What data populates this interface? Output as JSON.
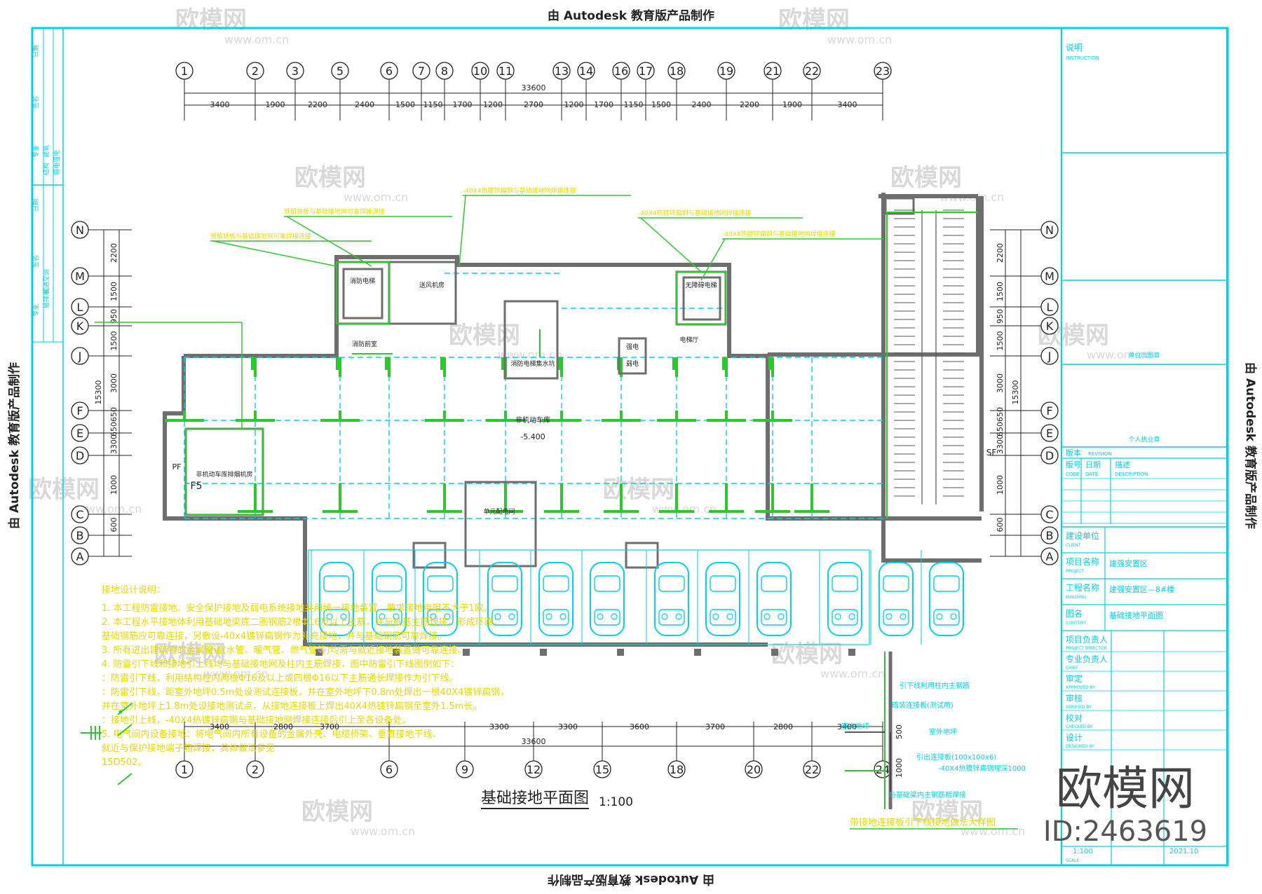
{
  "watermark": {
    "autodesk": "由 Autodesk 教育版产品制作",
    "brand": "欧模网",
    "url": "www.om.cn",
    "big_brand": "欧模网",
    "big_id": "ID:2463619"
  },
  "drawing": {
    "title": "基础接地平面图",
    "scale": "1:100",
    "total_dim": "33600",
    "elevation": "-5.400"
  },
  "top_axes": [
    "1",
    "2",
    "3",
    "5",
    "6",
    "7",
    "8",
    "10",
    "11",
    "13",
    "14",
    "16",
    "17",
    "18",
    "19",
    "21",
    "22",
    "23"
  ],
  "top_dims": [
    "3400",
    "1900",
    "2200",
    "2400",
    "1500",
    "1150",
    "1700",
    "1200",
    "2700",
    "1200",
    "1700",
    "1150",
    "1500",
    "2400",
    "2200",
    "1900",
    "3400"
  ],
  "bottom_axes": [
    "1",
    "2",
    "6",
    "9",
    "12",
    "15",
    "18",
    "20",
    "22",
    "24"
  ],
  "bottom_dims": [
    "3400",
    "2800",
    "3700",
    "3300",
    "3300",
    "3600",
    "3700",
    "2800",
    "3400"
  ],
  "left_axes": [
    "N",
    "M",
    "L",
    "K",
    "J",
    "F",
    "E",
    "D",
    "C",
    "B",
    "A"
  ],
  "left_dims": [
    "2200",
    "1500",
    "950",
    "1500",
    "3000",
    "650650",
    "3300",
    "1000",
    "600"
  ],
  "left_total": "15300",
  "rooms": {
    "fire_pump": "消防前室",
    "fire_elev_pit": "消防电梯集水坑",
    "elevator_hall": "电梯厅",
    "fan_room": "送风机房",
    "garage": "非机动车库",
    "exhaust_room": "非机动车库排烟机房",
    "unit_elec": "单元配电间",
    "strong_elec": "强电",
    "weak_elec": "弱电",
    "fire_elevator": "消防电梯",
    "barrier_free": "无障碍电梯",
    "pf": "PF",
    "f5": "F5",
    "sf": "SF"
  },
  "annotations": [
    "-40X4热镀锌扁钢与基础接地网焊接连接",
    "预留铁板与基础接地网可靠焊接连接",
    "-40X4热镀锌扁钢与基础接地网焊接连接",
    "预留铁板与基础接地网可靠焊接连接",
    "-40X4热镀锌扁钢与基础接地网焊接连接"
  ],
  "notes": {
    "heading": "接地设计说明：",
    "lines": [
      "1. 本工程防雷接地、安全保护接地及弱电系统接地共用统一接地装置，要求接地电阻不大于1欧。",
      "2. 本工程水平接地体利用基础地梁底二圈钢筋2根Φ16及以上主筋，并与桩基主筋焊接，形成环路；",
      "   基础钢筋应可靠连接，另敷设-40x4镀锌扁钢作为补充接地，并与基础钢筋可靠焊接。",
      "3. 所有进出建筑物的金属管道(水管、暖气管、燃气管等)均需与就近接地装置做可靠连接。",
      "4. 防雷引下线和接地引上线均与基础接地网及柱内主筋焊接，图中防雷引下线图例如下：",
      "   ：防雷引下线，利用结构柱内两根Φ16及以上或四根Φ16以下主筋通长焊接作为引下线。",
      "   ：防雷引下线，距室外地坪0.5m处设测试连接板，并在室外地坪下0.8m处焊出一根40X4镀锌扁钢，",
      "   并在室外地坪上1.8m处设接地测试点，从接地连接板上焊出40X4热镀锌扁钢至室外1.5m长。",
      "   ：接地引上线，-40X4热镀锌扁钢与基础接地网焊接连接后引上至各设备处。",
      "5. 电气间内设备接地：将电气间内所有设备的金属外壳、电缆桥架、垂直接地干线、",
      "   就近与保护接地端子箱焊接，具体做法参见",
      "   15D502。"
    ]
  },
  "detail": {
    "title": "带接地连接板引下线接地做法大样图",
    "labels": [
      "引下线利用柱内主钢筋",
      "暗装连接板(测试用)",
      "室外地坪",
      "引出连接板(100x100x6)",
      "-40X4热镀锌扁钢埋深1000",
      "与基础梁内主钢筋相焊接",
      "室内地坪"
    ],
    "dim_500": "500",
    "dim_1000": "1000"
  },
  "title_block": {
    "instruction_cn": "说明",
    "instruction_en": "INSTRUCTION",
    "unit_cn": "单位出图章",
    "personal_cn": "个人执业章",
    "revision_cn": "版本",
    "revision_en": "REVISION",
    "code_cn": "版号",
    "code_en": "CODE",
    "date_cn": "日期",
    "date_en": "DATE",
    "desc_cn": "描述",
    "desc_en": "DESCRIPTION",
    "rows": [
      {
        "cn": "建设单位",
        "en": "CLIENT",
        "value": ""
      },
      {
        "cn": "项目名称",
        "en": "PROJECT",
        "value": "建强安置区"
      },
      {
        "cn": "工程名称",
        "en": "BUILDING",
        "value": "建强安置区—8#楼"
      },
      {
        "cn": "图名",
        "en": "CONTENT",
        "value": "基础接地平面图"
      }
    ],
    "sign_rows": [
      {
        "cn": "项目负责人",
        "en": "PROJECT DIRECTOR"
      },
      {
        "cn": "专业负责人",
        "en": "CHIEF"
      },
      {
        "cn": "审定",
        "en": "APPROVED BY"
      },
      {
        "cn": "审核",
        "en": "VERIFIED BY"
      },
      {
        "cn": "校对",
        "en": "CHECKED BY"
      },
      {
        "cn": "设计",
        "en": "DESIGNED BY"
      }
    ],
    "scale_value": "1:100",
    "scale_en": "SCALE",
    "date_value": "2021.10"
  },
  "left_strip": [
    "日期",
    "签名",
    "专业",
    "建筑",
    "结构",
    "日期",
    "签名",
    "专业",
    "暖通空调",
    "给排水",
    "强电",
    "弱电"
  ]
}
